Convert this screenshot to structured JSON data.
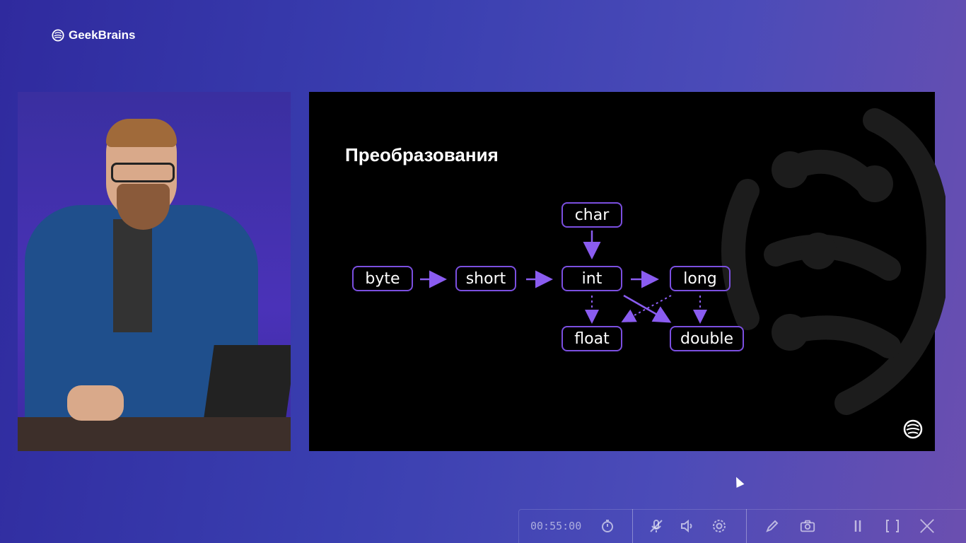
{
  "app": {
    "brand": "GeekBrains"
  },
  "slide": {
    "title": "Преобразования",
    "nodes": {
      "char": "char",
      "byte": "byte",
      "short": "short",
      "int": "int",
      "long": "long",
      "float": "float",
      "double": "double"
    },
    "colors": {
      "node_border": "#7b4fe0",
      "arrow": "#8a5cf0",
      "background": "#000000"
    }
  },
  "player": {
    "time": "00:55:00",
    "icons": [
      "timer-icon",
      "mic-off-icon",
      "volume-icon",
      "settings-icon",
      "pen-icon",
      "camera-icon",
      "pause-icon",
      "fullscreen-icon",
      "close-icon"
    ]
  }
}
